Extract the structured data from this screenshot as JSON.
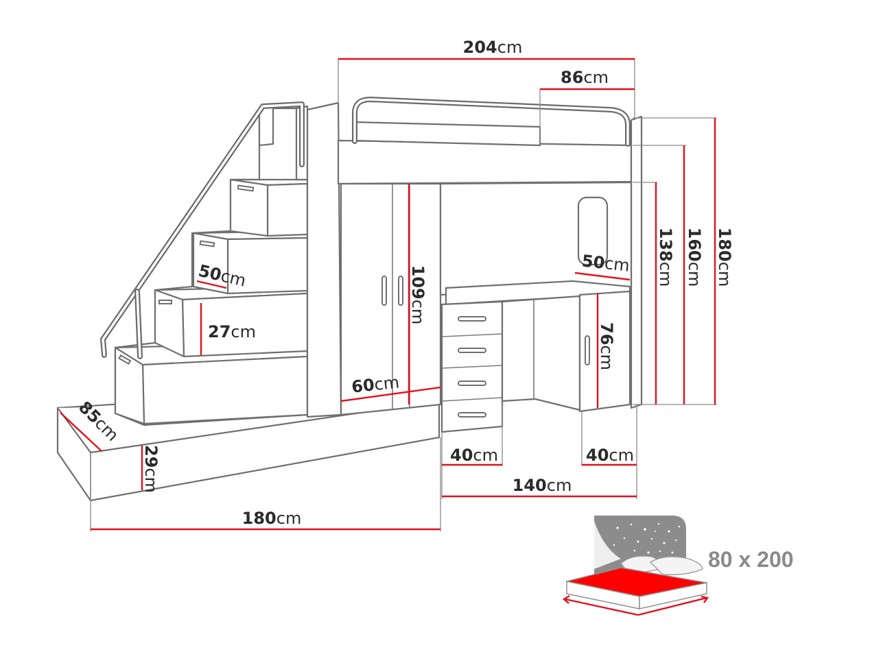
{
  "dimensions": {
    "total_width": {
      "num": "204",
      "unit": "cm"
    },
    "bed_overhang": {
      "num": "86",
      "unit": "cm"
    },
    "total_height": {
      "num": "180",
      "unit": "cm"
    },
    "frame_height": {
      "num": "160",
      "unit": "cm"
    },
    "under_bed_height": {
      "num": "138",
      "unit": "cm"
    },
    "step_depth": {
      "num": "50",
      "unit": "cm"
    },
    "step_height": {
      "num": "27",
      "unit": "cm"
    },
    "wardrobe_height": {
      "num": "109",
      "unit": "cm"
    },
    "wardrobe_width": {
      "num": "60",
      "unit": "cm"
    },
    "desk_top_depth": {
      "num": "50",
      "unit": "cm"
    },
    "desk_height": {
      "num": "76",
      "unit": "cm"
    },
    "drawer_unit_width": {
      "num": "40",
      "unit": "cm"
    },
    "cabinet_width": {
      "num": "40",
      "unit": "cm"
    },
    "desk_width": {
      "num": "140",
      "unit": "cm"
    },
    "base_depth": {
      "num": "85",
      "unit": "cm"
    },
    "base_height": {
      "num": "29",
      "unit": "cm"
    },
    "base_length": {
      "num": "180",
      "unit": "cm"
    }
  },
  "mattress": {
    "size_label": "80 x 200",
    "top_color": "#ff0000",
    "wall_color": "#8c8c8c"
  },
  "colors": {
    "dimension_line": "#e3101c",
    "outline": "#6f6f6f"
  }
}
